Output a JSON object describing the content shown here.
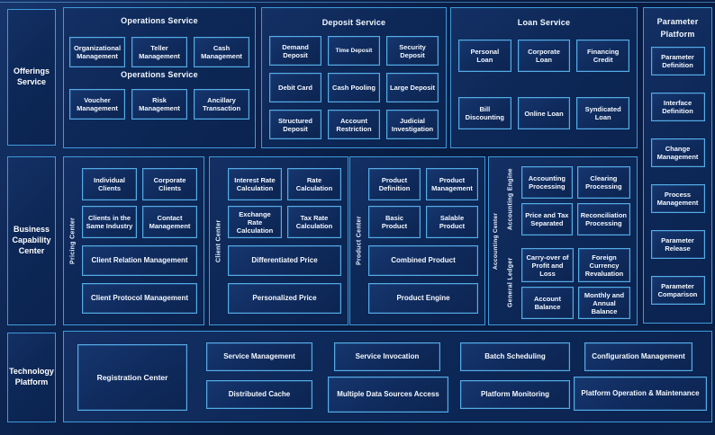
{
  "colors": {
    "background": "#081b3e",
    "panel_fill": "#0d2857",
    "panel_border": "#3f9adc",
    "box_border": "#55ace8",
    "text": "#ffffff"
  },
  "left_rail": {
    "offerings": "Offerings Service",
    "business": "Business Capability Center",
    "technology": "Technology Platform"
  },
  "operations": {
    "title": "Operations Service",
    "subtitle": "Operations Service",
    "row1": [
      "Organizational Management",
      "Teller Management",
      "Cash Management"
    ],
    "row2": [
      "Voucher Management",
      "Risk Management",
      "Ancillary Transaction"
    ]
  },
  "deposit": {
    "title": "Deposit Service",
    "items": [
      "Demand Deposit",
      "Time Deposit",
      "Security Deposit",
      "Debit Card",
      "Cash Pooling",
      "Large Deposit",
      "Structured Deposit",
      "Account Restriction",
      "Judicial Investigation"
    ]
  },
  "loan": {
    "title": "Loan Service",
    "items": [
      "Personal Loan",
      "Corporate Loan",
      "Financing Credit",
      "Bill Discounting",
      "Online Loan",
      "Syndicated Loan"
    ]
  },
  "parameter": {
    "title": "Parameter Platform",
    "items": [
      "Parameter Definition",
      "Interface Definition",
      "Change Management",
      "Process Management",
      "Parameter Release",
      "Parameter Comparison"
    ]
  },
  "pricing": {
    "label": "Pricing Center",
    "boxes": [
      "Individual Clients",
      "Corporate Clients",
      "Clients in the Same Industry",
      "Contact Management"
    ],
    "wide": [
      "Client Relation Management",
      "Client Protocol Management"
    ]
  },
  "client": {
    "label": "Client Center",
    "boxes": [
      "Interest Rate Calculation",
      "Rate Calculation",
      "Exchange Rate Calculation",
      "Tax Rate Calculation"
    ],
    "wide": [
      "Differentiated Price",
      "Personalized Price"
    ]
  },
  "product": {
    "label": "Product Center",
    "boxes": [
      "Product Definition",
      "Product Management",
      "Basic Product",
      "Salable Product"
    ],
    "wide": [
      "Combined Product",
      "Product Engine"
    ]
  },
  "accounting": {
    "label": "Accounting Center",
    "engine_label": "Accounting Engine",
    "ledger_label": "General Ledger",
    "engine": [
      "Accounting Processing",
      "Clearing Processing",
      "Price and Tax Separated",
      "Reconciliation Processing"
    ],
    "ledger": [
      "Carry-over of Profit and Loss",
      "Foreign Currency Revaluation",
      "Account Balance",
      "Monthly and Annual Balance"
    ]
  },
  "technology": {
    "registration": "Registration Center",
    "top": [
      "Service Management",
      "Service Invocation",
      "Batch Scheduling",
      "Configuration Management"
    ],
    "bottom": [
      "Distributed Cache",
      "Multiple Data Sources Access",
      "Platform Monitoring",
      "Platform Operation & Maintenance"
    ]
  }
}
